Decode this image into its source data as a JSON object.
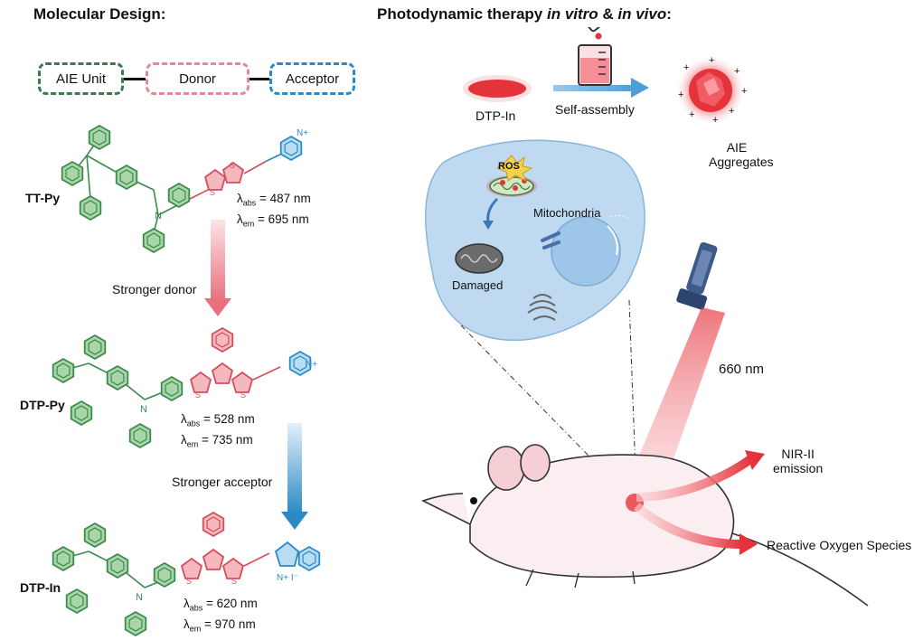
{
  "left": {
    "title": "Molecular Design:",
    "units": [
      "AIE Unit",
      "Donor",
      "Acceptor"
    ],
    "compounds": [
      {
        "name": "TT-Py",
        "abs": "487 nm",
        "em": "695 nm"
      },
      {
        "name": "DTP-Py",
        "abs": "528 nm",
        "em": "735 nm"
      },
      {
        "name": "DTP-In",
        "abs": "620 nm",
        "em": "970 nm"
      }
    ],
    "arrow1_label": "Stronger donor",
    "arrow2_label": "Stronger acceptor",
    "abs_symbol": "λ",
    "abs_sub": "abs",
    "em_sub": "em"
  },
  "right": {
    "title_prefix": "Photodynamic therapy ",
    "title_invitro": "in vitro",
    "title_mid": " & ",
    "title_invivo": "in vivo",
    "title_suffix": ":",
    "dtp_label": "DTP-In",
    "self_assembly": "Self-assembly",
    "aie_label_1": "AIE",
    "aie_label_2": "Aggregates",
    "ros": "ROS",
    "mitochondria": "Mitochondria",
    "damaged": "Damaged",
    "laser": "660 nm",
    "nir_1": "NIR-II",
    "nir_2": "emission",
    "ros_species": "Reactive Oxygen Species"
  },
  "colors": {
    "green": "#2e7d46",
    "pink": "#e8707f",
    "blue": "#2b8ac4",
    "red": "#e5333b",
    "cell": "#bfd9f0"
  }
}
